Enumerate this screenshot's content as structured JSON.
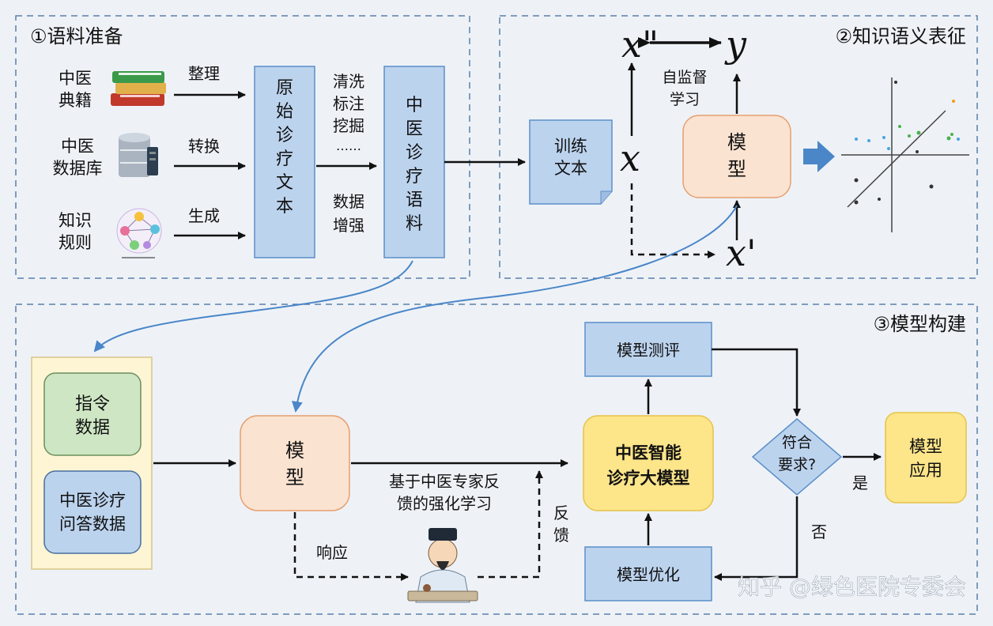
{
  "sections": {
    "corpus": "①语料准备",
    "semantic": "②知识语义表征",
    "build": "③模型构建"
  },
  "sources": [
    {
      "label": [
        "中医",
        "典籍"
      ],
      "icon": "books-icon",
      "action": "整理"
    },
    {
      "label": [
        "中医",
        "数据库"
      ],
      "icon": "database-icon",
      "action": "转换"
    },
    {
      "label": [
        "知识",
        "规则"
      ],
      "icon": "knowledge-graph-icon",
      "action": "生成"
    }
  ],
  "raw_text": "原始诊疗文本",
  "process_top": [
    "清洗",
    "标注",
    "挖掘",
    "……"
  ],
  "process_bottom": [
    "数据",
    "增强"
  ],
  "corpus_box": "中医诊疗语料",
  "train_text": [
    "训练",
    "文本"
  ],
  "model": [
    "模",
    "型"
  ],
  "self_supervised": [
    "自监督",
    "学习"
  ],
  "vars": {
    "x2": "x\"",
    "y": "y",
    "x": "x",
    "x1": "x'"
  },
  "data_items": [
    [
      "指令",
      "数据"
    ],
    [
      "中医诊疗",
      "问答数据"
    ]
  ],
  "rlhf": [
    "基于中医专家反",
    "馈的强化学习"
  ],
  "response": "响应",
  "feedback": [
    "反",
    "馈"
  ],
  "big_model": [
    "中医智能",
    "诊疗大模型"
  ],
  "eval": "模型测评",
  "optimize": "模型优化",
  "decision": [
    "符合",
    "要求?"
  ],
  "yes": "是",
  "no": "否",
  "apply": [
    "模型",
    "应用"
  ],
  "watermark": "知乎 @绿色医院专委会",
  "colors": {
    "blue_box": "#bcd3ee",
    "blue_border": "#5b8fc9",
    "orange_box": "#fbe3d1",
    "orange_border": "#e6a070",
    "yellow_box": "#fde58a",
    "yellow_border": "#e6c24a",
    "green_box": "#cfe6c4",
    "panel_yellow": "#fdf5d3",
    "curve": "#4a86c8"
  }
}
